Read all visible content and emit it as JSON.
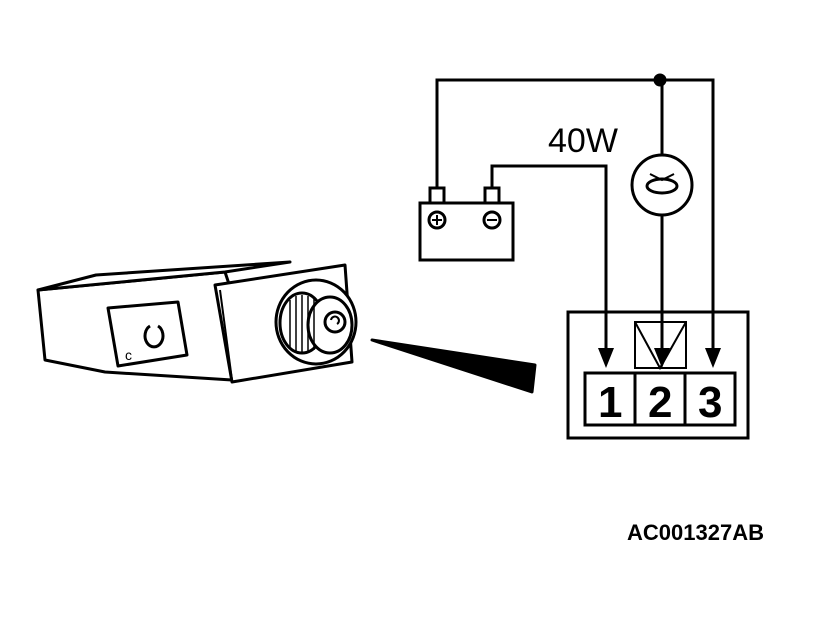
{
  "labels": {
    "wattage": "40W",
    "part_code": "AC001327AB"
  },
  "pins": [
    {
      "label": "1"
    },
    {
      "label": "2"
    },
    {
      "label": "3"
    }
  ],
  "icons": {
    "battery": "battery-icon",
    "battery_plus": "plus-terminal-icon",
    "battery_minus": "minus-terminal-icon",
    "lamp": "bulb-icon",
    "component": "dimmer-unit-icon"
  },
  "colors": {
    "ink": "#000000",
    "paper": "#ffffff"
  }
}
